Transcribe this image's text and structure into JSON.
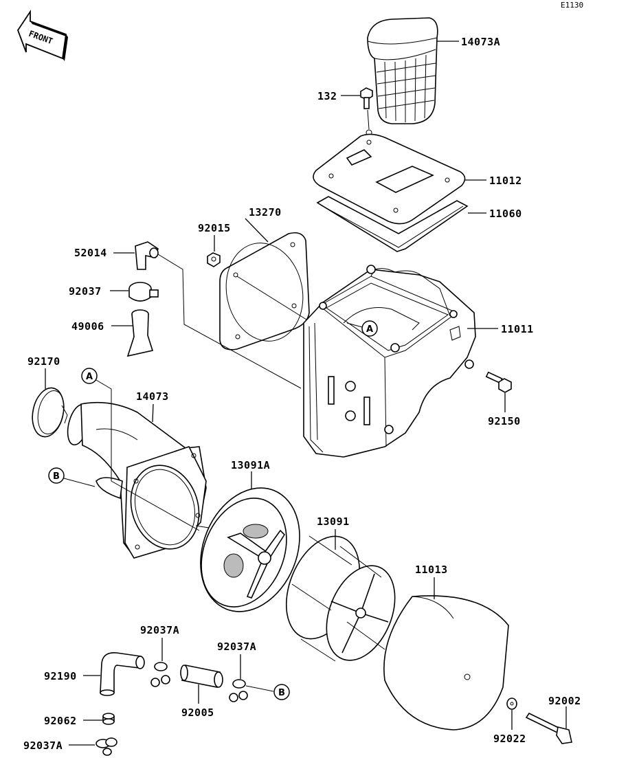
{
  "diagram": {
    "ref_code": "E1130",
    "front_label": "FRONT",
    "callouts": {
      "A": "A",
      "B": "B"
    },
    "parts": [
      {
        "id": "p14073A",
        "number": "14073A"
      },
      {
        "id": "p132",
        "number": "132"
      },
      {
        "id": "p11012",
        "number": "11012"
      },
      {
        "id": "p11060",
        "number": "11060"
      },
      {
        "id": "p13270",
        "number": "13270"
      },
      {
        "id": "p92015",
        "number": "92015"
      },
      {
        "id": "p52014",
        "number": "52014"
      },
      {
        "id": "p92037",
        "number": "92037"
      },
      {
        "id": "p49006",
        "number": "49006"
      },
      {
        "id": "p11011",
        "number": "11011"
      },
      {
        "id": "p92150",
        "number": "92150"
      },
      {
        "id": "p92170",
        "number": "92170"
      },
      {
        "id": "p14073",
        "number": "14073"
      },
      {
        "id": "p13091A",
        "number": "13091A"
      },
      {
        "id": "p13091",
        "number": "13091"
      },
      {
        "id": "p11013",
        "number": "11013"
      },
      {
        "id": "p92037A_1",
        "number": "92037A"
      },
      {
        "id": "p92037A_2",
        "number": "92037A"
      },
      {
        "id": "p92190",
        "number": "92190"
      },
      {
        "id": "p92005",
        "number": "92005"
      },
      {
        "id": "p92062",
        "number": "92062"
      },
      {
        "id": "p92037A_3",
        "number": "92037A"
      },
      {
        "id": "p92002",
        "number": "92002"
      },
      {
        "id": "p92022",
        "number": "92022"
      }
    ]
  }
}
